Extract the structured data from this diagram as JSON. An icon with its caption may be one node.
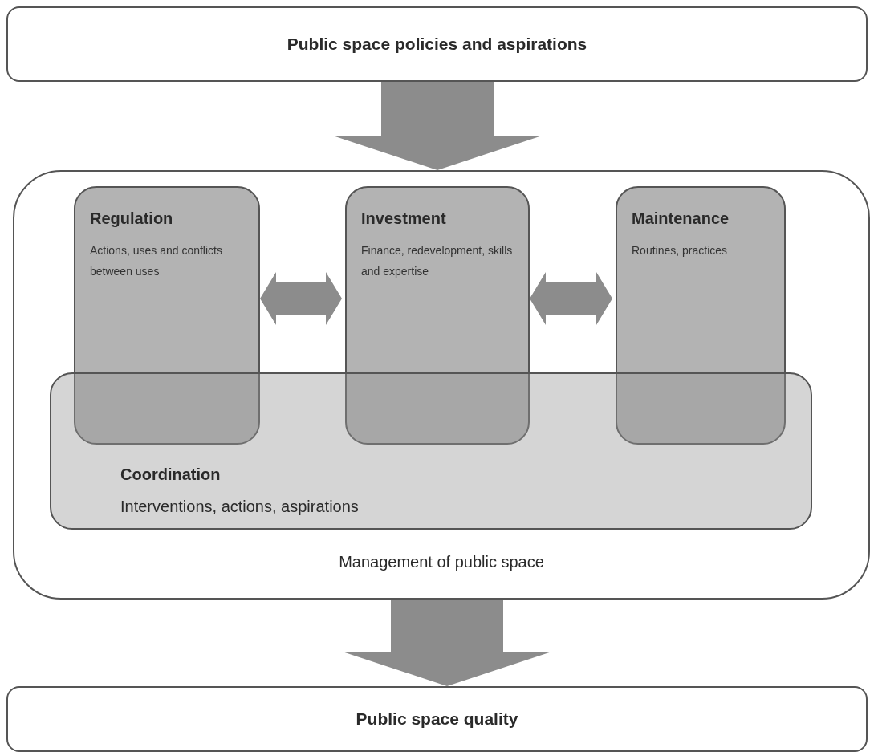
{
  "diagram": {
    "nodes": [
      {
        "text": [
          "Public space policies and aspirations"
        ]
      },
      {
        "text": [
          "Management of public space"
        ]
      },
      {
        "text": [
          "Regulation",
          "Actions, uses and conflicts between uses"
        ],
        "in": 1
      },
      {
        "text": [
          "Investment",
          "Finance, redevelopment, skills and expertise"
        ],
        "in": 1
      },
      {
        "text": [
          "Maintenance",
          "Routines, practices"
        ],
        "in": 1
      },
      {
        "text": [
          "Coordination",
          "Interventions, actions, aspirations"
        ],
        "in": 1
      },
      {
        "text": [
          "Public space quality"
        ]
      }
    ],
    "edges": [
      {
        "from": 0,
        "to": 1,
        "arrow": "to",
        "style": "thick"
      },
      {
        "from": 2,
        "to": 3,
        "arrow": "both"
      },
      {
        "from": 3,
        "to": 4,
        "arrow": "both"
      },
      {
        "from": 1,
        "to": 6,
        "arrow": "to",
        "style": "thick"
      }
    ]
  }
}
